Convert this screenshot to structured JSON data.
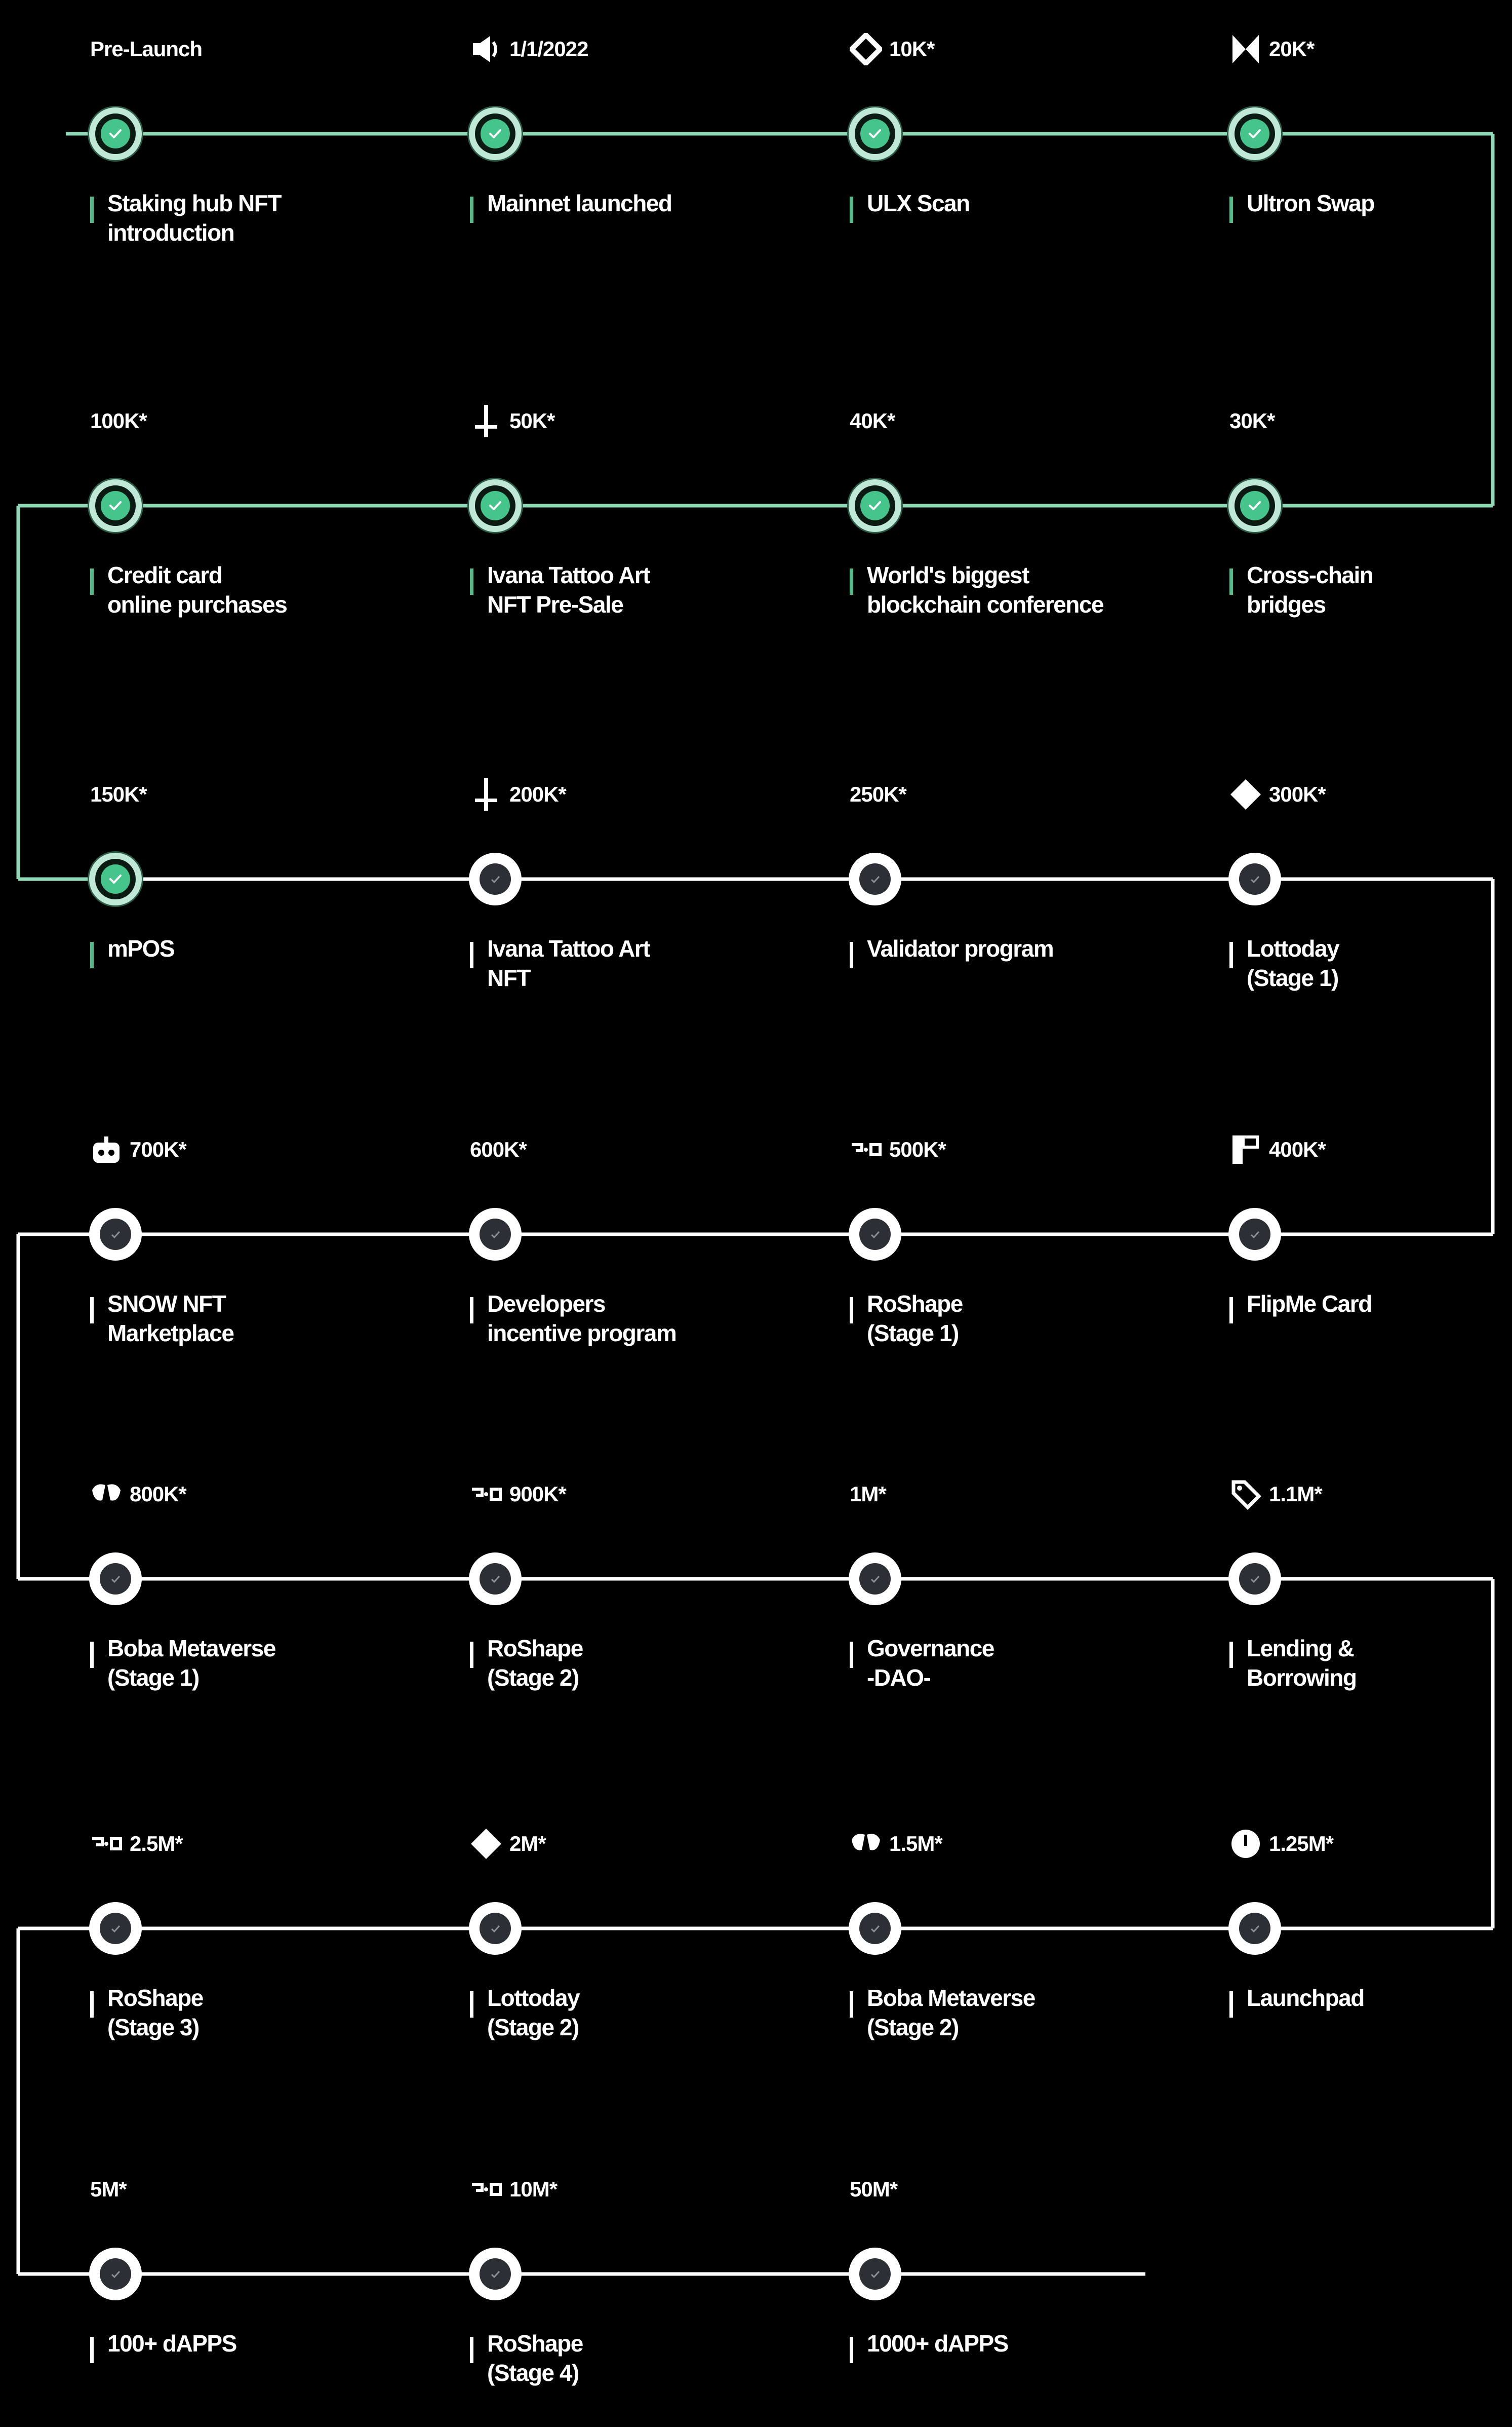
{
  "colors": {
    "background": "#000000",
    "completed_line": "#8fd9b6",
    "pending_line": "#ffffff",
    "completed_node": "#45c48b",
    "pending_node": "#2c2f36"
  },
  "milestones": [
    {
      "header": "Pre-Launch",
      "icon": "",
      "label": "Staking hub NFT\nintroduction",
      "done": true
    },
    {
      "header": "1/1/2022",
      "icon": "speaker-icon",
      "label": "Mainnet launched",
      "done": true
    },
    {
      "header": "10K*",
      "icon": "diamond-outline-icon",
      "label": "ULX Scan",
      "done": true
    },
    {
      "header": "20K*",
      "icon": "bowtie-icon",
      "label": "Ultron Swap",
      "done": true
    },
    {
      "header": "100K*",
      "icon": "",
      "label": "Credit card\nonline purchases",
      "done": true
    },
    {
      "header": "50K*",
      "icon": "dagger-icon",
      "label": "Ivana Tattoo Art\nNFT Pre-Sale",
      "done": true
    },
    {
      "header": "40K*",
      "icon": "",
      "label": "World's biggest\nblockchain conference",
      "done": true
    },
    {
      "header": "30K*",
      "icon": "",
      "label": "Cross-chain\nbridges",
      "done": true
    },
    {
      "header": "150K*",
      "icon": "",
      "label": "mPOS",
      "done": true
    },
    {
      "header": "200K*",
      "icon": "dagger-icon",
      "label": "Ivana Tattoo Art\nNFT",
      "done": false
    },
    {
      "header": "250K*",
      "icon": "",
      "label": "Validator program",
      "done": false
    },
    {
      "header": "300K*",
      "icon": "diamond-icon",
      "label": "Lottoday\n(Stage 1)",
      "done": false
    },
    {
      "header": "700K*",
      "icon": "robot-icon",
      "label": "SNOW NFT\nMarketplace",
      "done": false
    },
    {
      "header": "600K*",
      "icon": "",
      "label": "Developers\nincentive program",
      "done": false
    },
    {
      "header": "500K*",
      "icon": "rs-icon",
      "label": "RoShape\n(Stage 1)",
      "done": false
    },
    {
      "header": "400K*",
      "icon": "fp-icon",
      "label": "FlipMe Card",
      "done": false
    },
    {
      "header": "800K*",
      "icon": "vr-icon",
      "label": "Boba Metaverse\n(Stage 1)",
      "done": false
    },
    {
      "header": "900K*",
      "icon": "rs-icon",
      "label": "RoShape\n(Stage 2)",
      "done": false
    },
    {
      "header": "1M*",
      "icon": "",
      "label": "Governance\n-DAO-",
      "done": false
    },
    {
      "header": "1.1M*",
      "icon": "tag-icon",
      "label": "Lending &\nBorrowing",
      "done": false
    },
    {
      "header": "2.5M*",
      "icon": "rs-icon",
      "label": "RoShape\n(Stage 3)",
      "done": false
    },
    {
      "header": "2M*",
      "icon": "diamond-icon",
      "label": "Lottoday\n(Stage 2)",
      "done": false
    },
    {
      "header": "1.5M*",
      "icon": "vr-icon",
      "label": "Boba Metaverse\n(Stage 2)",
      "done": false
    },
    {
      "header": "1.25M*",
      "icon": "clock-icon",
      "label": "Launchpad",
      "done": false
    },
    {
      "header": "5M*",
      "icon": "",
      "label": "100+ dAPPS",
      "done": false
    },
    {
      "header": "10M*",
      "icon": "rs-icon",
      "label": "RoShape\n(Stage 4)",
      "done": false
    },
    {
      "header": "50M*",
      "icon": "",
      "label": "1000+ dAPPS",
      "done": false
    }
  ]
}
